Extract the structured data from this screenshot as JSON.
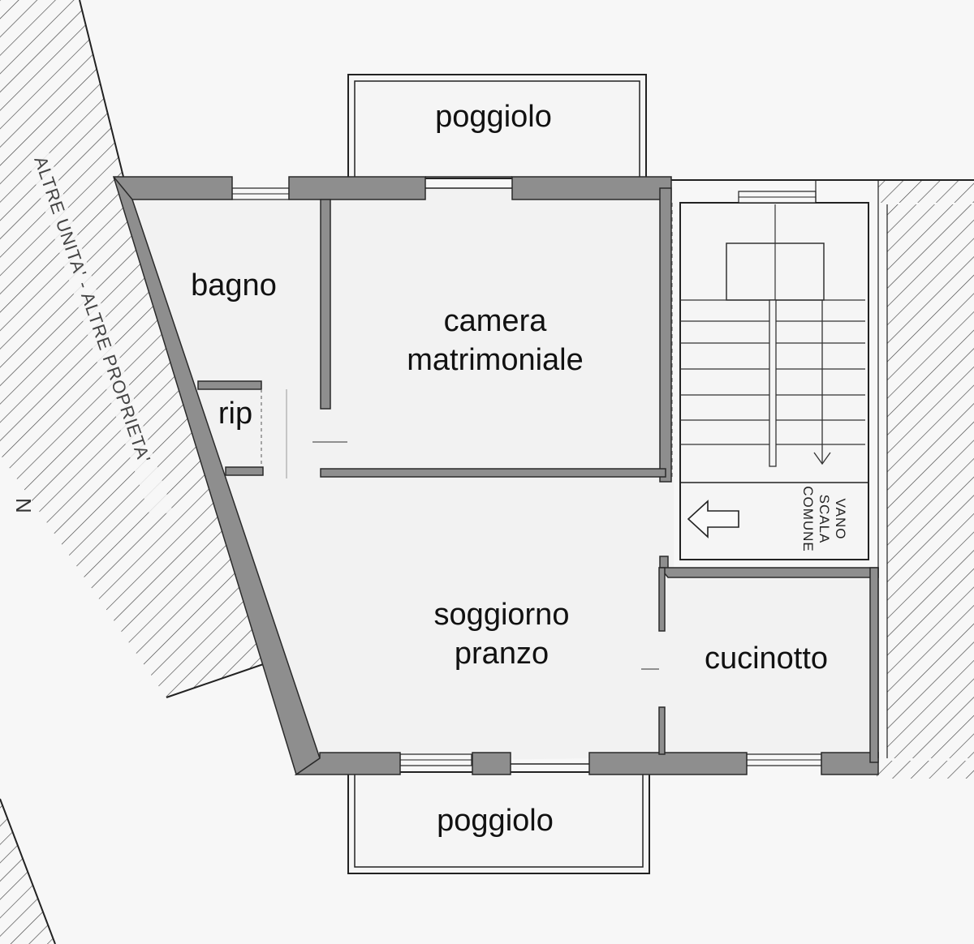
{
  "rooms": {
    "balcony_top": "poggiolo",
    "bathroom": "bagno",
    "bedroom_line1": "camera",
    "bedroom_line2": "matrimoniale",
    "storage": "rip",
    "living_line1": "soggiorno",
    "living_line2": "pranzo",
    "kitchenette": "cucinotto",
    "balcony_bottom": "poggiolo"
  },
  "stairwell": {
    "line1": "VANO",
    "line2": "SCALA",
    "line3": "COMUNE"
  },
  "boundary_label": "ALTRE UNITA' - ALTRE PROPRIETA'",
  "north_marker": "N",
  "colors": {
    "wall": "#8e8e8e",
    "wall_stroke": "#2a2a2a",
    "floor": "#f2f2f2",
    "hatch": "#444444",
    "background": "#f7f7f7"
  }
}
